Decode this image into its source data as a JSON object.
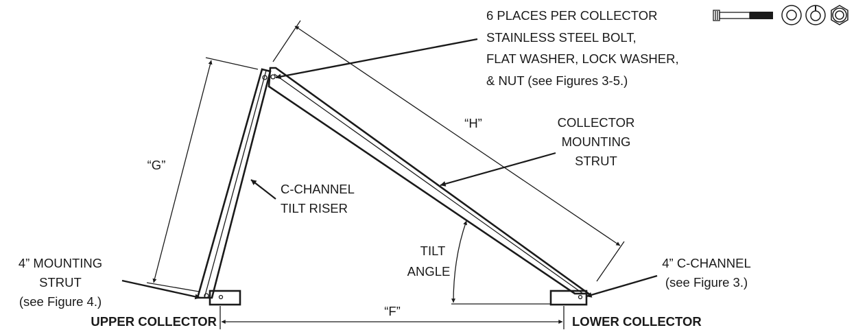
{
  "colors": {
    "ink": "#1a1a1a",
    "background": "#ffffff"
  },
  "labels": {
    "places_line1": "6 PLACES PER COLLECTOR",
    "places_line2": "STAINLESS STEEL BOLT,",
    "places_line3": "FLAT WASHER, LOCK WASHER,",
    "places_line4": "& NUT (see Figures 3-5.)",
    "dim_g": "“G”",
    "dim_h": "“H”",
    "dim_f": "“F”",
    "collector_strut_line1": "COLLECTOR",
    "collector_strut_line2": "MOUNTING",
    "collector_strut_line3": "STRUT",
    "riser_line1": "C-CHANNEL",
    "riser_line2": "TILT RISER",
    "tilt_line1": "TILT",
    "tilt_line2": "ANGLE",
    "mounting_strut_line1": "4” MOUNTING",
    "mounting_strut_line2": "STRUT",
    "mounting_strut_line3": "(see Figure 4.)",
    "c_channel_line1": "4” C-CHANNEL",
    "c_channel_line2": "(see Figure 3.)",
    "upper_collector": "UPPER COLLECTOR",
    "lower_collector": "LOWER COLLECTOR"
  },
  "icons": [
    "bolt-icon",
    "flat-washer-icon",
    "lock-washer-icon",
    "nut-icon"
  ]
}
